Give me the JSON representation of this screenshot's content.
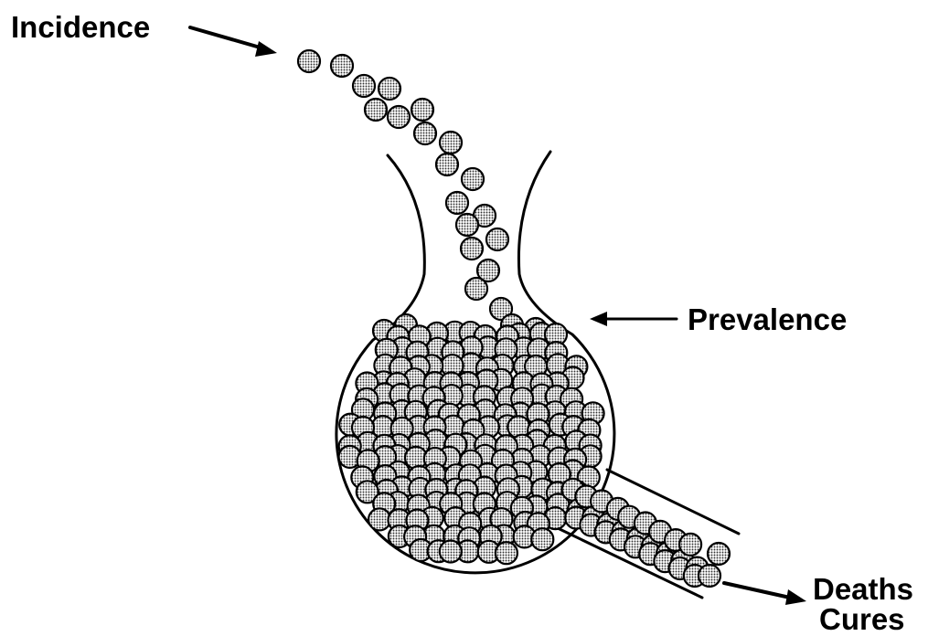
{
  "labels": {
    "incidence": "Incidence",
    "prevalence": "Prevalence",
    "deaths": "Deaths",
    "cures": "Cures"
  },
  "colors": {
    "ink": "#000000",
    "ball_fill": "#c9c9c9",
    "background": "#ffffff"
  }
}
